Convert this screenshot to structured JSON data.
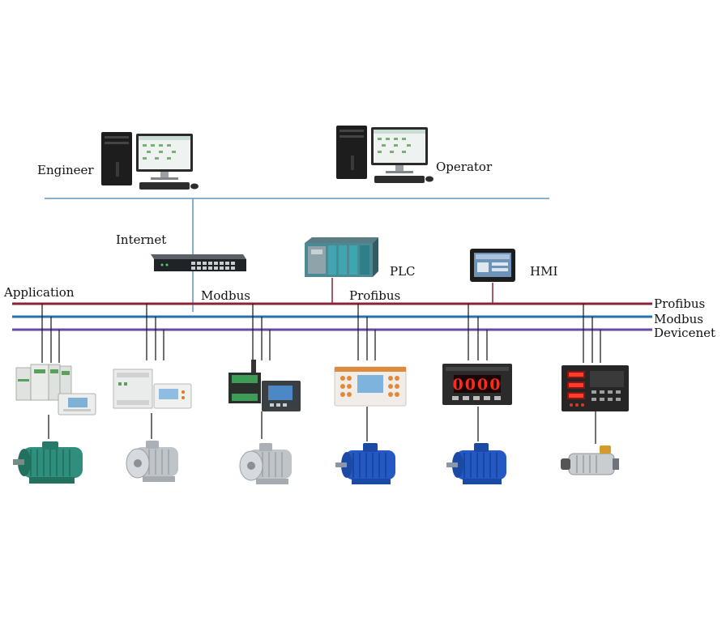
{
  "labels": {
    "engineer": "Engineer",
    "operator": "Operator",
    "internet": "Internet",
    "plc": "PLC",
    "hmi": "HMI",
    "application": "Application",
    "modbus_top": "Modbus",
    "profibus_top": "Profibus",
    "bus_profibus": "Profibus",
    "bus_modbus": "Modbus",
    "bus_devicenet": "Devicenet"
  },
  "display": {
    "meter_readout": "0000"
  },
  "colors": {
    "profibus": "#8a2432",
    "modbus": "#2a6fb0",
    "devicenet": "#6a4aa8",
    "ethernet": "#5f97b8",
    "motor_teal": "#2f8f7c",
    "motor_blue": "#2459c4",
    "motor_silver": "#bfc4c9"
  },
  "icons": {
    "workstation": "computer-workstation-icon",
    "switch": "network-switch-icon",
    "plc": "plc-rack-icon",
    "hmi": "hmi-panel-icon",
    "relay": "protection-relay-icon",
    "motor": "electric-motor-icon"
  }
}
